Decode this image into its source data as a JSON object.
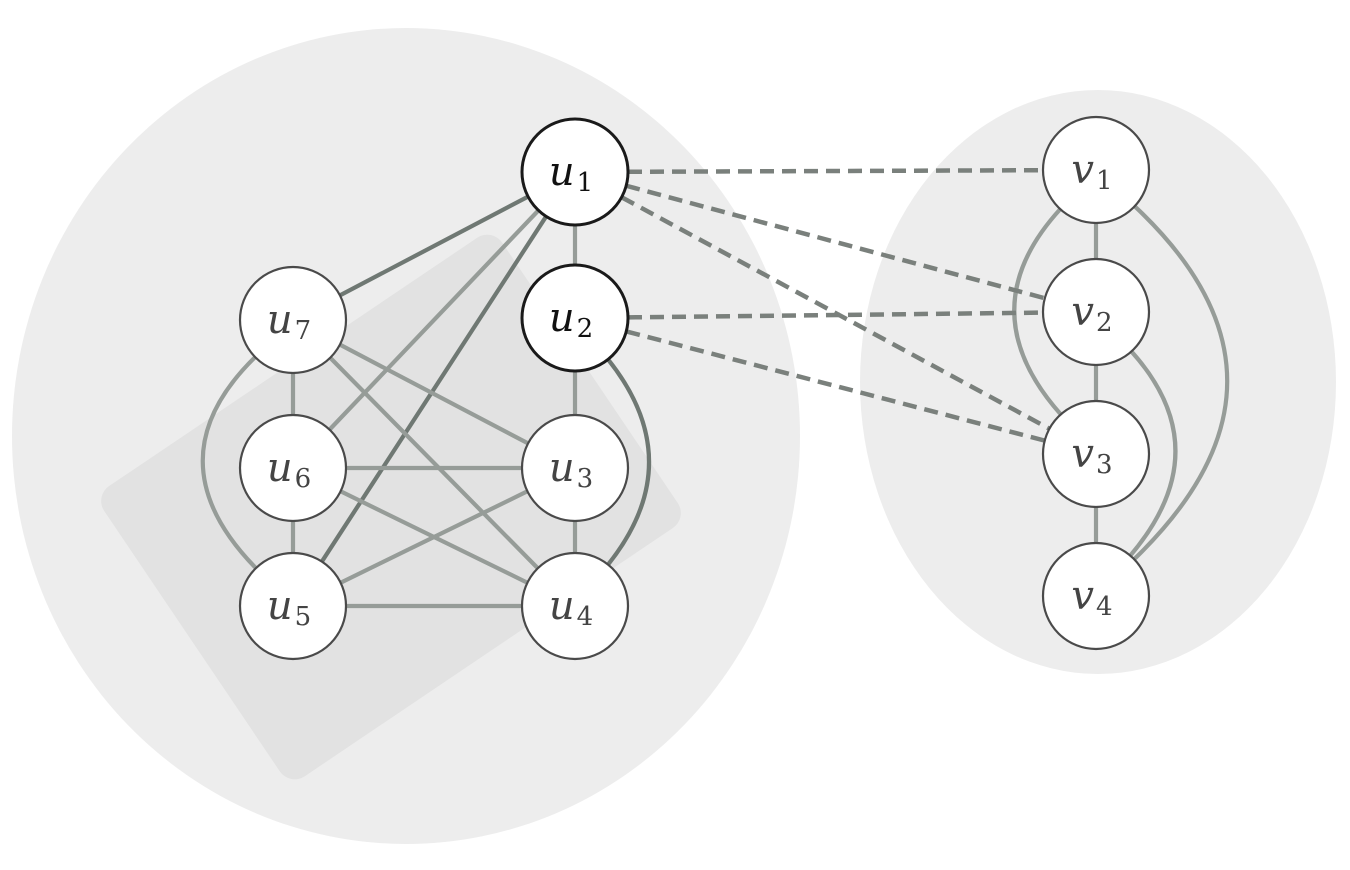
{
  "nodes": [
    {
      "id": "u1",
      "base": "u",
      "sub": "1",
      "strong": true
    },
    {
      "id": "u2",
      "base": "u",
      "sub": "2",
      "strong": true
    },
    {
      "id": "u3",
      "base": "u",
      "sub": "3",
      "strong": false
    },
    {
      "id": "u4",
      "base": "u",
      "sub": "4",
      "strong": false
    },
    {
      "id": "u5",
      "base": "u",
      "sub": "5",
      "strong": false
    },
    {
      "id": "u6",
      "base": "u",
      "sub": "6",
      "strong": false
    },
    {
      "id": "u7",
      "base": "u",
      "sub": "7",
      "strong": false
    },
    {
      "id": "v1",
      "base": "v",
      "sub": "1",
      "strong": false
    },
    {
      "id": "v2",
      "base": "v",
      "sub": "2",
      "strong": false
    },
    {
      "id": "v3",
      "base": "v",
      "sub": "3",
      "strong": false
    },
    {
      "id": "v4",
      "base": "v",
      "sub": "4",
      "strong": false
    }
  ],
  "edges_solid": [
    [
      "u1",
      "u2"
    ],
    [
      "u1",
      "u7"
    ],
    [
      "u1",
      "u6"
    ],
    [
      "u1",
      "u5"
    ],
    [
      "u2",
      "u3"
    ],
    [
      "u2",
      "u4"
    ],
    [
      "u7",
      "u6"
    ],
    [
      "u7",
      "u5"
    ],
    [
      "u7",
      "u3"
    ],
    [
      "u7",
      "u4"
    ],
    [
      "u6",
      "u3"
    ],
    [
      "u6",
      "u4"
    ],
    [
      "u6",
      "u5"
    ],
    [
      "u3",
      "u4"
    ],
    [
      "u3",
      "u5"
    ],
    [
      "u5",
      "u4"
    ],
    [
      "v1",
      "v2"
    ],
    [
      "v1",
      "v3"
    ],
    [
      "v1",
      "v4"
    ],
    [
      "v2",
      "v3"
    ],
    [
      "v2",
      "v4"
    ],
    [
      "v3",
      "v4"
    ]
  ],
  "edges_dashed": [
    [
      "u1",
      "v1"
    ],
    [
      "u1",
      "v2"
    ],
    [
      "u1",
      "v3"
    ],
    [
      "u2",
      "v2"
    ],
    [
      "u2",
      "v3"
    ]
  ],
  "colors": {
    "outer_region": "#ededed",
    "inner_region": "#e2e2e2",
    "edge": "#969c98",
    "edge_dark": "#6f7873",
    "dashed_edge": "#7a807c",
    "node_stroke": "#4a4a4a",
    "node_stroke_strong": "#1a1a1a"
  }
}
